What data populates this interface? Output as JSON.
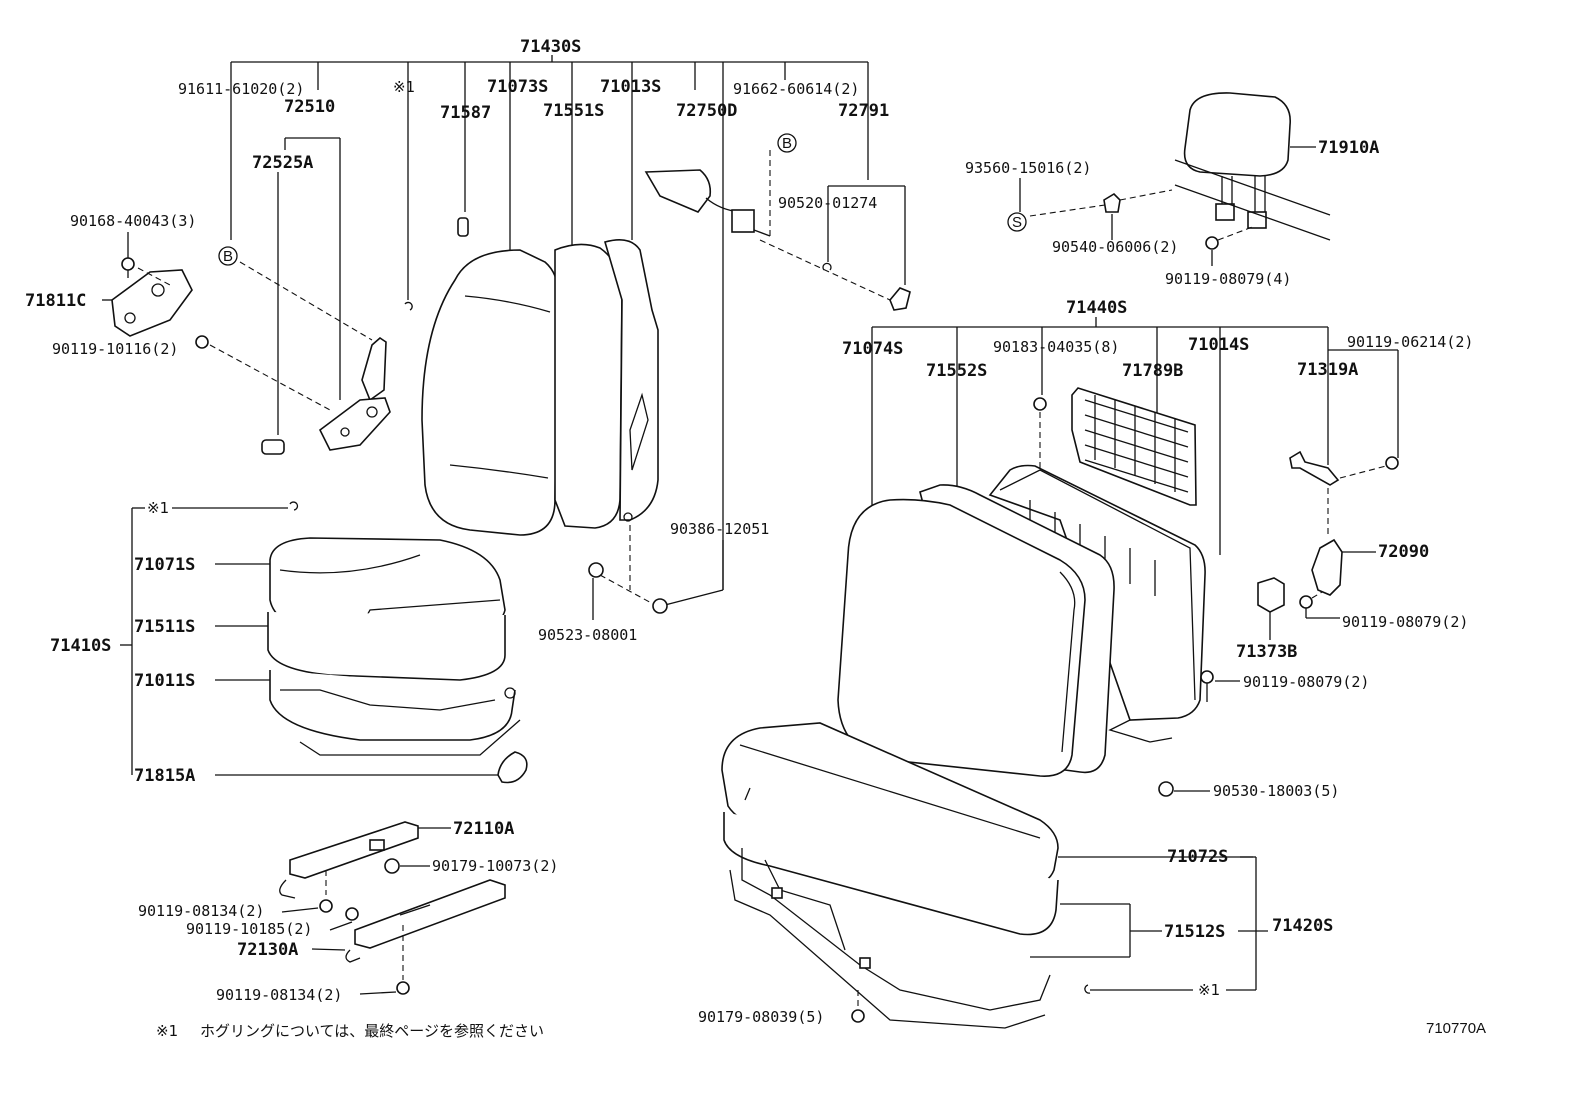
{
  "diagram": {
    "figure_code": "710770A",
    "footnote_mark": "※1",
    "footnote_text": "ホグリングについては、最終ページを参照ください",
    "circle_b": "B",
    "circle_s": "S",
    "labels": {
      "l71430S": "71430S",
      "l91611": "91611-61020(2)",
      "l72510": "72510",
      "l72525A": "72525A",
      "lmark1a": "※1",
      "l71587": "71587",
      "l71073S": "71073S",
      "l71551S": "71551S",
      "l71013S": "71013S",
      "l72750D": "72750D",
      "l91662": "91662-60614(2)",
      "l72791": "72791",
      "l90168": "90168-40043(3)",
      "l71811C": "71811C",
      "l90119_10116": "90119-10116(2)",
      "l90520": "90520-01274",
      "l93560": "93560-15016(2)",
      "l71910A": "71910A",
      "l90540": "90540-06006(2)",
      "l90119_08079_4": "90119-08079(4)",
      "l71440S": "71440S",
      "l71074S": "71074S",
      "l90183": "90183-04035(8)",
      "l71014S": "71014S",
      "l90119_06214": "90119-06214(2)",
      "l71552S": "71552S",
      "l71789B": "71789B",
      "l71319A": "71319A",
      "lmark1b": "※1",
      "l71071S": "71071S",
      "l71511S": "71511S",
      "l71410S": "71410S",
      "l71011S": "71011S",
      "l71815A": "71815A",
      "l90386": "90386-12051",
      "l90523": "90523-08001",
      "l72090": "72090",
      "l90119_08079_2a": "90119-08079(2)",
      "l71373B": "71373B",
      "l90119_08079_2b": "90119-08079(2)",
      "l90530": "90530-18003(5)",
      "l72110A": "72110A",
      "l90179_10073": "90179-10073(2)",
      "l90119_08134a": "90119-08134(2)",
      "l90119_10185": "90119-10185(2)",
      "l72130A": "72130A",
      "l90119_08134b": "90119-08134(2)",
      "l71072S": "71072S",
      "l71512S": "71512S",
      "l71420S": "71420S",
      "lmark1c": "※1",
      "l90179_08039": "90179-08039(5)"
    }
  }
}
